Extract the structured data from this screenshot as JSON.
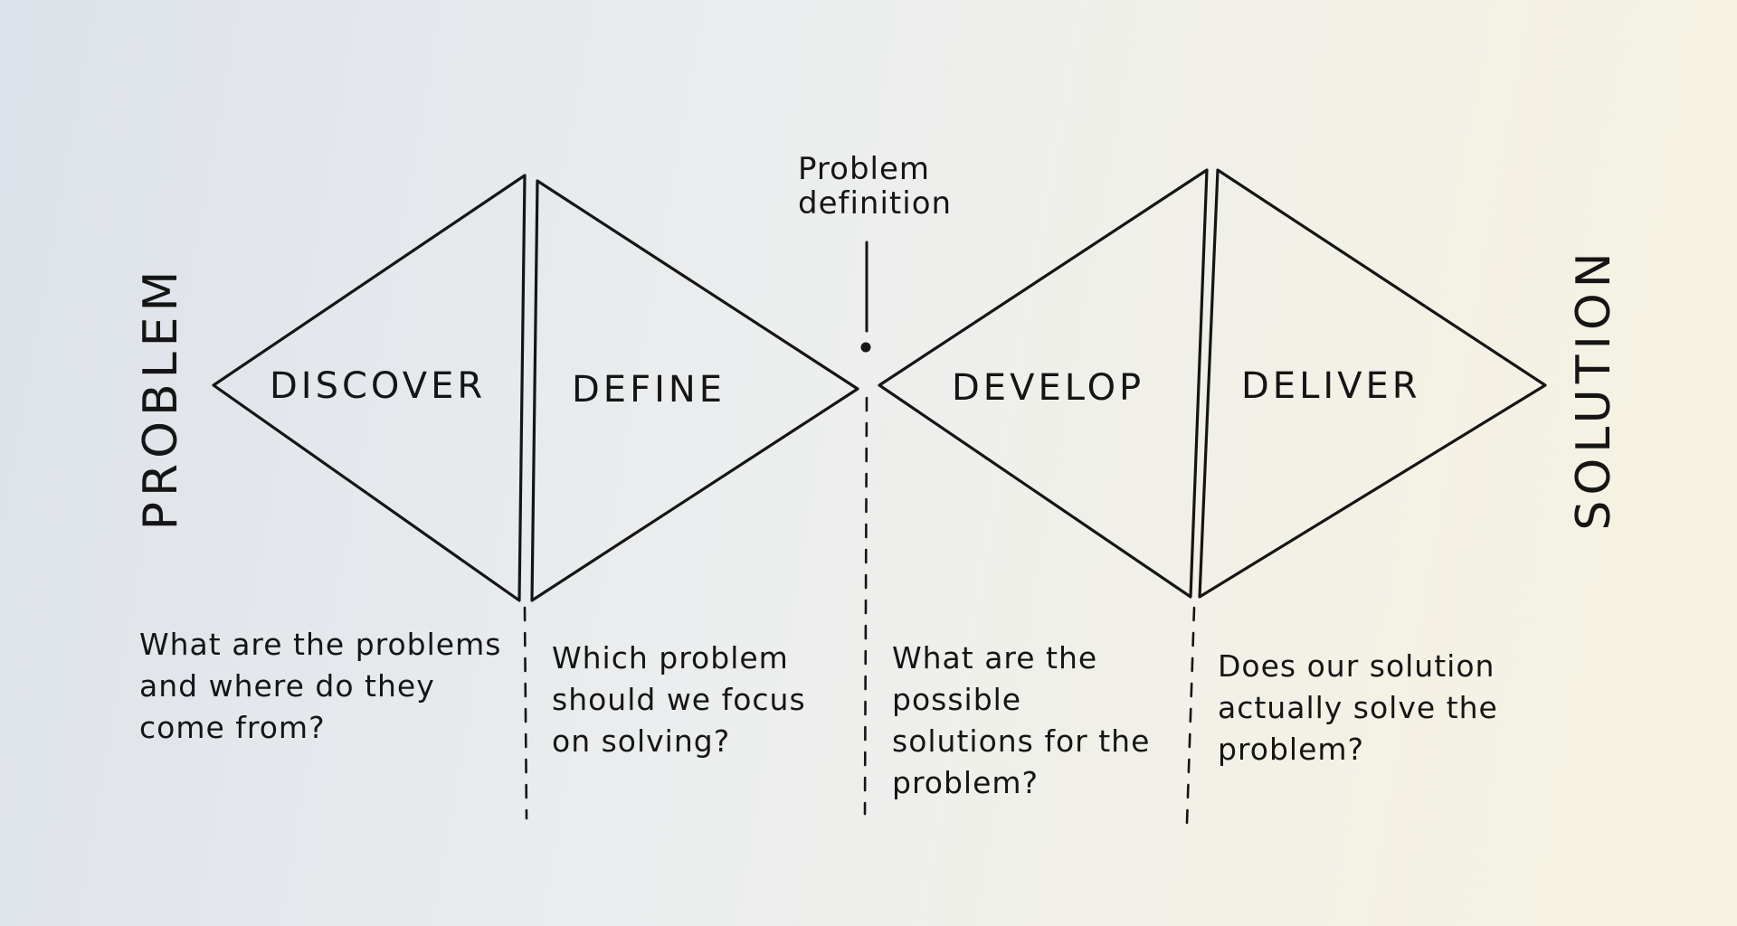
{
  "side_labels": {
    "left": "PROBLEM",
    "right": "SOLUTION"
  },
  "phases": [
    {
      "label": "DISCOVER",
      "question": "What are the problems and where do they come from?"
    },
    {
      "label": "DEFINE",
      "question": "Which problem should we focus on solving?"
    },
    {
      "label": "DEVELOP",
      "question": "What are the possible solutions for the problem?"
    },
    {
      "label": "DELIVER",
      "question": "Does our solution actually solve the problem?"
    }
  ],
  "midpoint_note": "Problem definition",
  "colors": {
    "ink": "#151515",
    "paper": "#efefe9"
  }
}
